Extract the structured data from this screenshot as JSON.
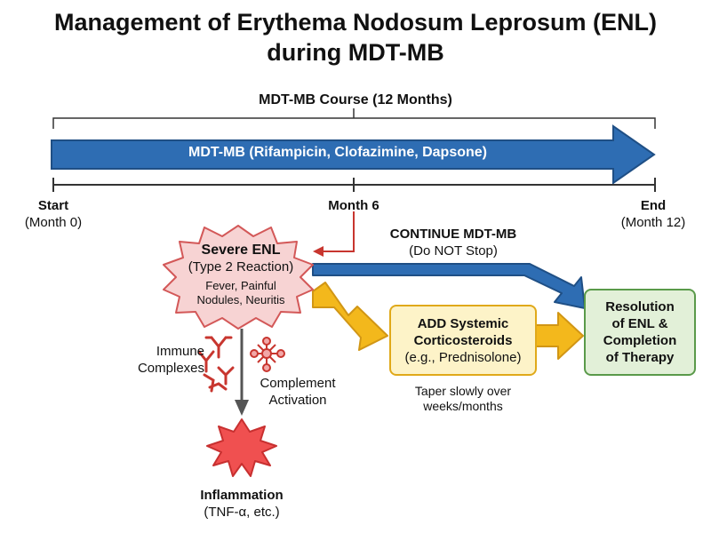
{
  "title": {
    "line1": "Management of Erythema Nodosum Leprosum (ENL)",
    "line2": "during MDT-MB"
  },
  "course": {
    "label": "MDT-MB Course (12 Months)",
    "arrow_label": "MDT-MB (Rifampicin, Clofazimine, Dapsone)"
  },
  "timeline": {
    "start": {
      "title": "Start",
      "sub": "(Month 0)"
    },
    "mid": {
      "title": "Month 6"
    },
    "end": {
      "title": "End",
      "sub": "(Month 12)"
    }
  },
  "enl": {
    "title": "Severe ENL",
    "subtitle": "(Type 2 Reaction)",
    "symptoms_line1": "Fever, Painful",
    "symptoms_line2": "Nodules, Neuritis"
  },
  "continue": {
    "title": "CONTINUE MDT-MB",
    "sub": "(Do NOT Stop)"
  },
  "steroids": {
    "line1": "ADD Systemic",
    "line2": "Corticosteroids",
    "line3": "(e.g., Prednisolone)",
    "taper_line1": "Taper slowly over",
    "taper_line2": "weeks/months"
  },
  "resolution": {
    "line1": "Resolution",
    "line2": "of ENL &",
    "line3": "Completion",
    "line4": "of Therapy"
  },
  "mechanism": {
    "immune_line1": "Immune",
    "immune_line2": "Complexes",
    "complement_line1": "Complement",
    "complement_line2": "Activation",
    "inflammation_title": "Inflammation",
    "inflammation_sub": "(TNF-α, etc.)"
  },
  "colors": {
    "blue": "#2e6db3",
    "yellow": "#f3b81c",
    "burst_fill": "#f7d3d3",
    "burst_stroke": "#d35858",
    "red_burst": "#f05050",
    "green_box": "#e2f0d8",
    "antibody_red": "#c8362f"
  }
}
